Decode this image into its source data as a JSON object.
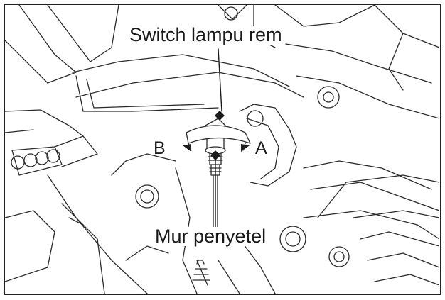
{
  "labels": {
    "brake_light_switch": "Switch lampu rem",
    "adjusting_nut": "Mur penyetel",
    "direction_b": "B",
    "direction_a": "A"
  }
}
